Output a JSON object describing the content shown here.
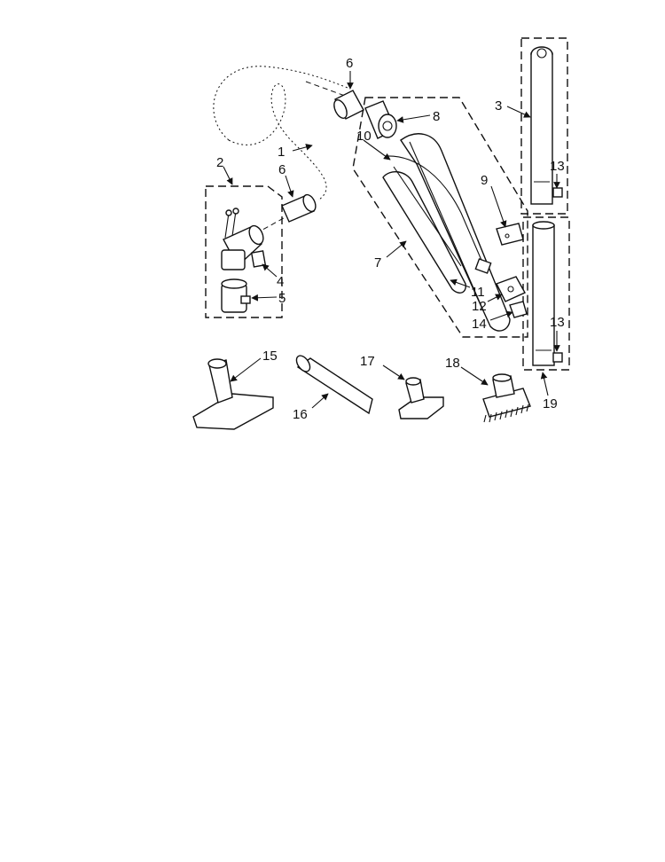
{
  "colors": {
    "line": "#111111",
    "paper": "#ffffff"
  },
  "callouts": {
    "p1": "1",
    "p2": "2",
    "p3": "3",
    "p4": "4",
    "p5": "5",
    "p6a": "6",
    "p6b": "6",
    "p7": "7",
    "p8": "8",
    "p9": "9",
    "p10": "10",
    "p11": "11",
    "p12": "12",
    "p13a": "13",
    "p13b": "13",
    "p14": "14",
    "p15": "15",
    "p16": "16",
    "p17": "17",
    "p18": "18",
    "p19": "19"
  }
}
